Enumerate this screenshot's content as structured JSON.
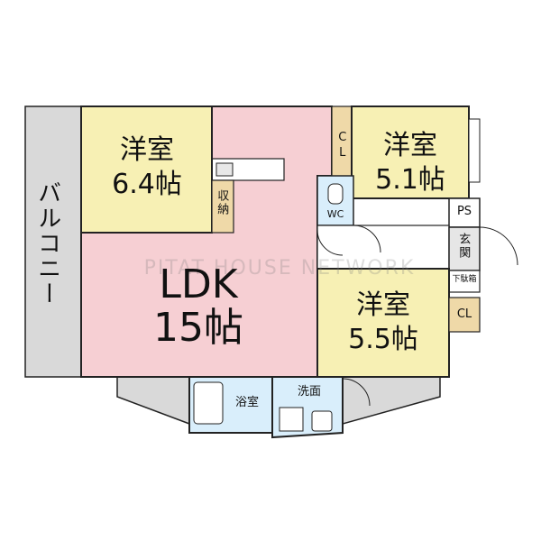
{
  "rooms": {
    "western_room_1": {
      "name": "洋室",
      "size": "6.4帖"
    },
    "western_room_2": {
      "name": "洋室",
      "size": "5.1帖"
    },
    "western_room_3": {
      "name": "洋室",
      "size": "5.5帖"
    },
    "ldk": {
      "name": "LDK",
      "size": "15帖"
    },
    "balcony": "バルコニー",
    "storage": "収納",
    "wc": "WC",
    "closet_upper": "CL",
    "closet_lower": "CL",
    "ps": "PS",
    "entrance": "玄関",
    "shoe_box": "下駄箱",
    "bathroom": "浴室",
    "washroom": "洗面"
  },
  "watermark": "PITAT HOUSE NETWORK",
  "colors": {
    "ldk": "#f6cfd3",
    "western_room": "#f7f0b4",
    "wet_area": "#d9eefb",
    "closet": "#efd9a8",
    "balcony": "#d9d9d9",
    "wall": "#222222"
  }
}
